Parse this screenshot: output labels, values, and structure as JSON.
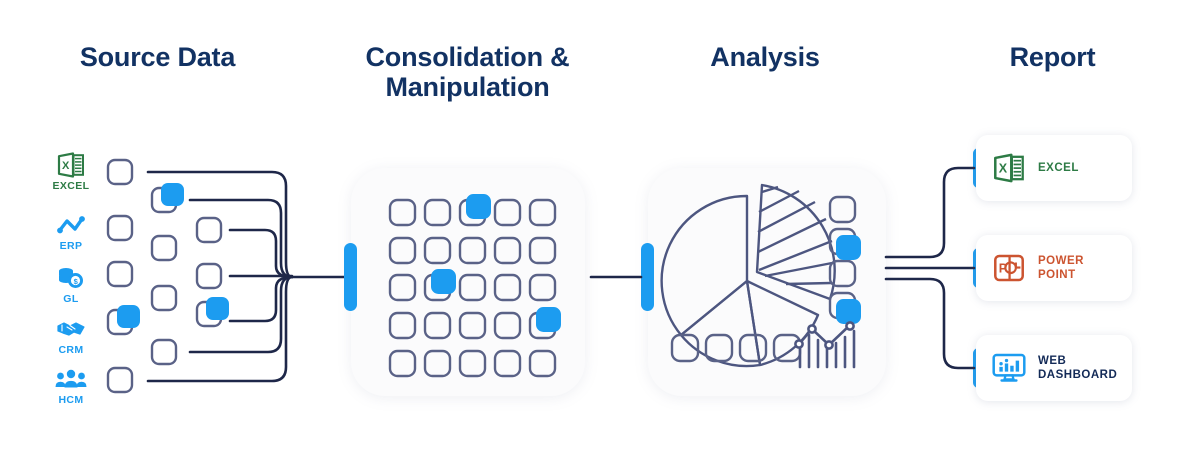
{
  "diagram": {
    "title_not_shown": "",
    "columns": [
      {
        "id": "source",
        "label": "Source Data"
      },
      {
        "id": "consol",
        "label": "Consolidation &\nManipulation"
      },
      {
        "id": "analysis",
        "label": "Analysis"
      },
      {
        "id": "report",
        "label": "Report"
      }
    ]
  },
  "source_data": {
    "items": [
      {
        "label": "EXCEL",
        "icon": "excel-icon",
        "color": "#2d7b45"
      },
      {
        "label": "ERP",
        "icon": "line-chart-icon",
        "color": "#1c9cf0"
      },
      {
        "label": "GL",
        "icon": "coins-icon",
        "color": "#1c9cf0"
      },
      {
        "label": "CRM",
        "icon": "handshake-icon",
        "color": "#1c9cf0"
      },
      {
        "label": "HCM",
        "icon": "people-icon",
        "color": "#1c9cf0"
      }
    ],
    "node_columns": [
      {
        "count": 5,
        "highlighted": [
          3
        ]
      },
      {
        "count": 4,
        "highlighted": [
          0
        ]
      },
      {
        "count": 3,
        "highlighted": [
          2
        ]
      }
    ]
  },
  "consolidation": {
    "grid_rows": 5,
    "grid_cols": 5,
    "highlighted_cells": [
      [
        0,
        2
      ],
      [
        2,
        1
      ],
      [
        3,
        4
      ]
    ]
  },
  "analysis": {
    "pie_slices": 4,
    "exploded_hatched_slice": true,
    "side_nodes": {
      "count": 4,
      "highlighted": [
        1,
        3
      ]
    },
    "bottom_nodes": {
      "count": 4,
      "highlighted": []
    },
    "bar_chart_icon": "bar-line-chart-icon"
  },
  "report": {
    "cards": [
      {
        "label": "EXCEL",
        "icon": "excel-icon",
        "color": "#2d7b45"
      },
      {
        "label": "POWER\nPOINT",
        "icon": "powerpoint-icon",
        "color": "#cc5430"
      },
      {
        "label": "WEB\nDASHBOARD",
        "icon": "dashboard-icon",
        "color": "#132a57"
      }
    ]
  },
  "colors": {
    "navy": "#1e2749",
    "blue_accent": "#1c9cf0",
    "node_outline": "#5a6287",
    "title": "#123263",
    "panel_bg": "#fbfbfc"
  }
}
